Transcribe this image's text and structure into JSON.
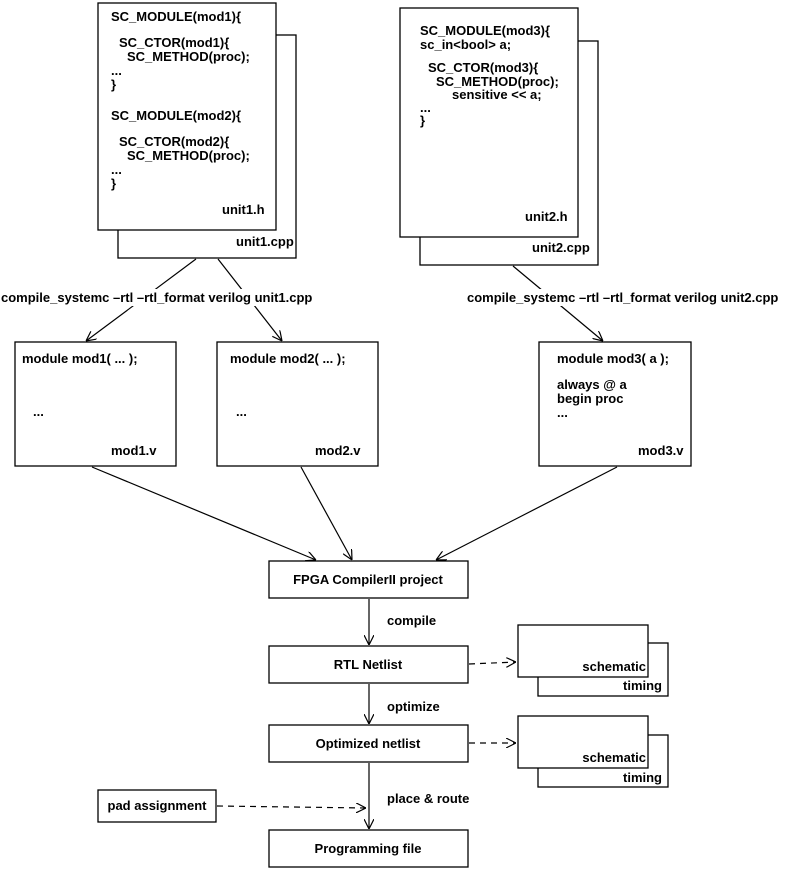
{
  "unit1": {
    "front_lines": [
      "SC_MODULE(mod1){",
      "SC_CTOR(mod1){",
      "SC_METHOD(proc);",
      "...",
      "}",
      "SC_MODULE(mod2){",
      "SC_CTOR(mod2){",
      "SC_METHOD(proc);",
      "...",
      "}"
    ],
    "front_label": "unit1.h",
    "back_label": "unit1.cpp"
  },
  "unit2": {
    "front_lines": [
      "SC_MODULE(mod3){",
      "sc_in<bool> a;",
      "SC_CTOR(mod3){",
      "SC_METHOD(proc);",
      "sensitive << a;",
      "...",
      "}"
    ],
    "front_label": "unit2.h",
    "back_label": "unit2.cpp"
  },
  "commands": {
    "cmd1": "compile_systemc –rtl –rtl_format verilog unit1.cpp",
    "cmd2": "compile_systemc –rtl –rtl_format verilog unit2.cpp"
  },
  "verilog": {
    "mod1": {
      "line1": "module mod1( ... );",
      "line2": "...",
      "label": "mod1.v"
    },
    "mod2": {
      "line1": "module mod2( ... );",
      "line2": "...",
      "label": "mod2.v"
    },
    "mod3": {
      "line1": "module mod3( a );",
      "line2": "always @ a",
      "line3": "begin proc",
      "line4": "...",
      "label": "mod3.v"
    }
  },
  "flow": {
    "project": "FPGA CompilerII project",
    "compile": "compile",
    "rtl": "RTL Netlist",
    "optimize": "optimize",
    "optimized": "Optimized netlist",
    "place_route": "place & route",
    "programming": "Programming file",
    "pad": "pad assignment"
  },
  "reports": {
    "schematic": "schematic",
    "timing": "timing"
  }
}
